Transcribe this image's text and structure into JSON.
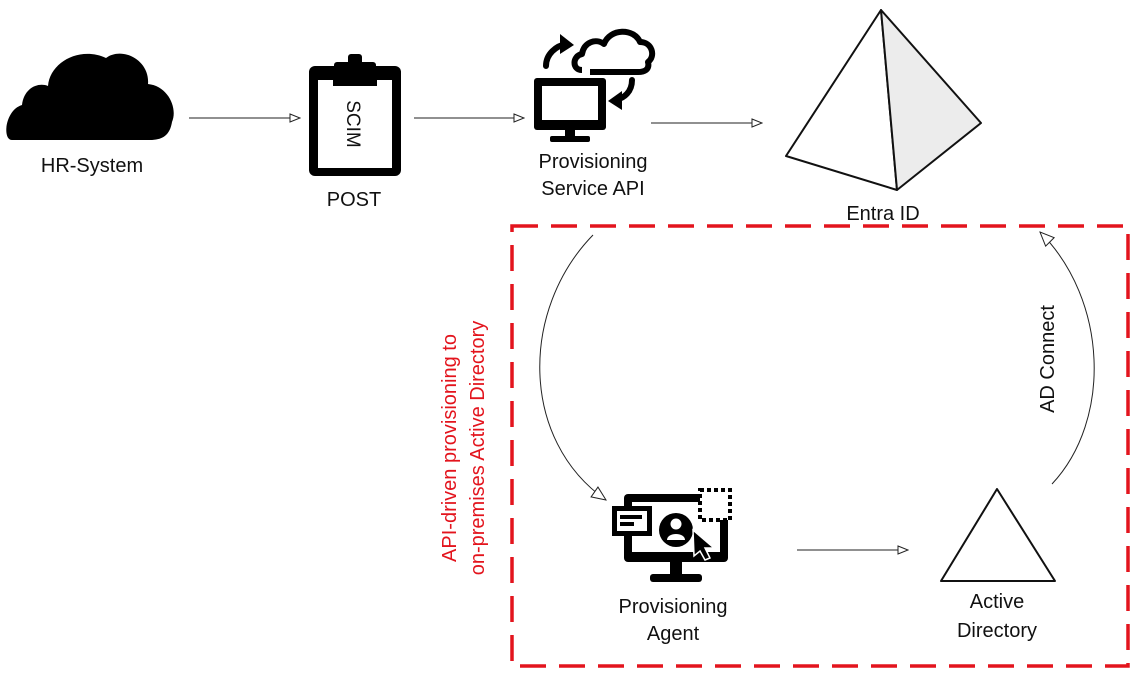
{
  "nodes": {
    "hr_system": {
      "label": "HR-System",
      "icon": "cloud-icon"
    },
    "post": {
      "label": "POST",
      "icon": "clipboard-icon",
      "clipboard_text": "SCIM"
    },
    "prov_api": {
      "label_line1": "Provisioning",
      "label_line2": "Service API",
      "icon": "cloud-sync-monitor-icon"
    },
    "entra_id": {
      "label": "Entra ID",
      "icon": "pyramid-icon"
    },
    "prov_agent": {
      "label_line1": "Provisioning",
      "label_line2": "Agent",
      "icon": "agent-monitor-icon"
    },
    "active_directory": {
      "label_line1": "Active",
      "label_line2": "Directory",
      "icon": "triangle-icon"
    }
  },
  "edges": {
    "ad_connect_label": "AD Connect"
  },
  "group": {
    "label_line1": "API-driven provisioning to",
    "label_line2": "on-premises Active Directory",
    "color": "#e3141d"
  }
}
